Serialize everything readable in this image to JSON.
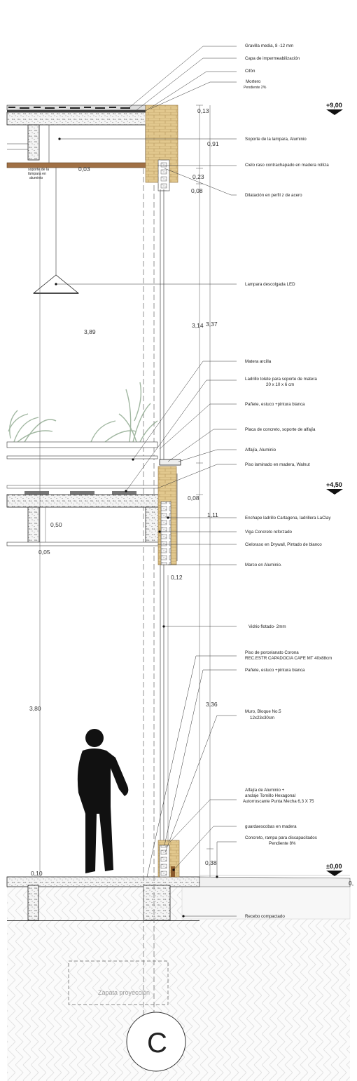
{
  "labels": {
    "gravilla": "Gravilla media, 8 -12 mm",
    "impermeabilizacion": "Capa de impermeabilización",
    "cifon": "Cifón",
    "mortero": "Mortero",
    "pendiente_2": "Pendiente 2%",
    "soporte_lampara": "Soporte de la lampara, Aluminio",
    "cielo_raso": "Cielo raso contrachapado en madera rolliza",
    "soporte_lampara_small_1": "soporte de la",
    "soporte_lampara_small_2": "lámpara en",
    "soporte_lampara_small_3": "aluminio",
    "dilatacion": "Dilatación en perfil z de acero",
    "lampara": "Lampara descolgada LED",
    "matera": "Matera arcilla",
    "ladrillo_tolete_1": "Ladrillo tolete para soporte de matera",
    "ladrillo_tolete_2": "20 x 10 x 6 cm",
    "panete_1": "Pañete, estuco +pintura blanca",
    "placa_concreto": "Placa de concreto, soporte de alfajía",
    "alfajia": "Alfajía, Aluminio",
    "piso_laminado": "Piso laminado en madera, Walnut",
    "enchape": "Enchape ladrillo Cartagena, ladrillera LaClay",
    "viga": "Viga Concreto reforzado",
    "cieloraso_drywall": "Cieloraso en Drywall, Pintado de blanco",
    "marco": "Marco en Aluminio.",
    "vidrio": "Vidrio flotado-   2mm",
    "piso_porcelanato_1": "Piso de porcelanato Corona",
    "piso_porcelanato_2": "REC.ESTR CAPADOCIA CAFE MT 40x88cm",
    "panete_2": "Pañete, estuco +pintura blanca",
    "muro_1": "Muro, Bloque No.5",
    "muro_2": "12x23x30cm",
    "alfajia_aluminio_1": "Alfajía de Aluminio +",
    "alfajia_aluminio_2": "anclaje Tornillo Hexagonal",
    "alfajia_aluminio_3": "Autorroscante Punta Mecha 6,3 X 75",
    "guardaescobas": "guardaescobas en madera",
    "concreto_rampa_1": "Concreto, rampa para discapacitados",
    "concreto_rampa_2": "Pendiente 8%",
    "recebo": "Recebo compactado",
    "zapata": "Zapata proyección"
  },
  "dimensions": {
    "d_013": "0,13",
    "d_091": "0,91",
    "d_023": "0,23",
    "d_008a": "0,08",
    "d_003": "0,03",
    "d_389": "3,89",
    "d_314": "3,14",
    "d_337": "3,37",
    "d_008b": "0,08",
    "d_111": "1,11",
    "d_050": "0,50",
    "d_005": "0,05",
    "d_012": "0,12",
    "d_380": "3,80",
    "d_336": "3,36",
    "d_038": "0,38",
    "d_010": "0,10",
    "d_0r": "0,"
  },
  "levels": {
    "top": "+9,00",
    "mid": "+4,50",
    "ground": "±0,00"
  },
  "section_letter": "C"
}
